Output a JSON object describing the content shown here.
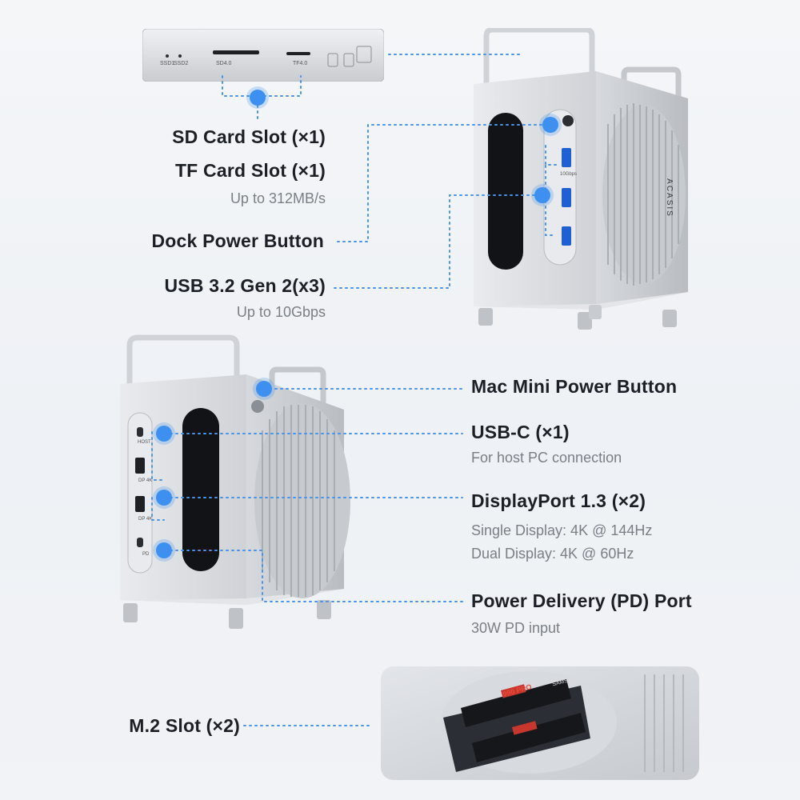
{
  "colors": {
    "accent": "#3d8ff0",
    "text": "#1c2026",
    "subtext": "#7a7f86",
    "silver": "#d4d7db"
  },
  "card_panel": {
    "ssd1": "SSD1",
    "ssd2": "SSD2",
    "sd": "SD4.0",
    "tf": "TF4.0"
  },
  "features": {
    "sd_slot": "SD Card Slot (×1)",
    "tf_slot": "TF Card Slot (×1)",
    "card_speed": "Up to 312MB/s",
    "dock_power": "Dock Power Button",
    "usb32": "USB 3.2 Gen 2(x3)",
    "usb32_speed": "Up to 10Gbps",
    "mac_power": "Mac Mini Power Button",
    "usbc": "USB-C (×1)",
    "usbc_note": "For host PC connection",
    "displayport": "DisplayPort 1.3 (×2)",
    "dp_single": "Single Display: 4K @ 144Hz",
    "dp_dual": "Dual Display: 4K @ 60Hz",
    "pd_port": "Power Delivery (PD) Port",
    "pd_note": "30W PD input",
    "m2_slot": "M.2 Slot (×2)"
  },
  "device_top": {
    "brand": "ACASIS",
    "port_label": "10Gbps"
  },
  "device_bottom": {
    "host_label": "HOST",
    "dp_label": "DP 4K",
    "pd_label": "PD"
  },
  "ssd": {
    "model": "990 PRO",
    "brand": "SAMSUNG"
  }
}
